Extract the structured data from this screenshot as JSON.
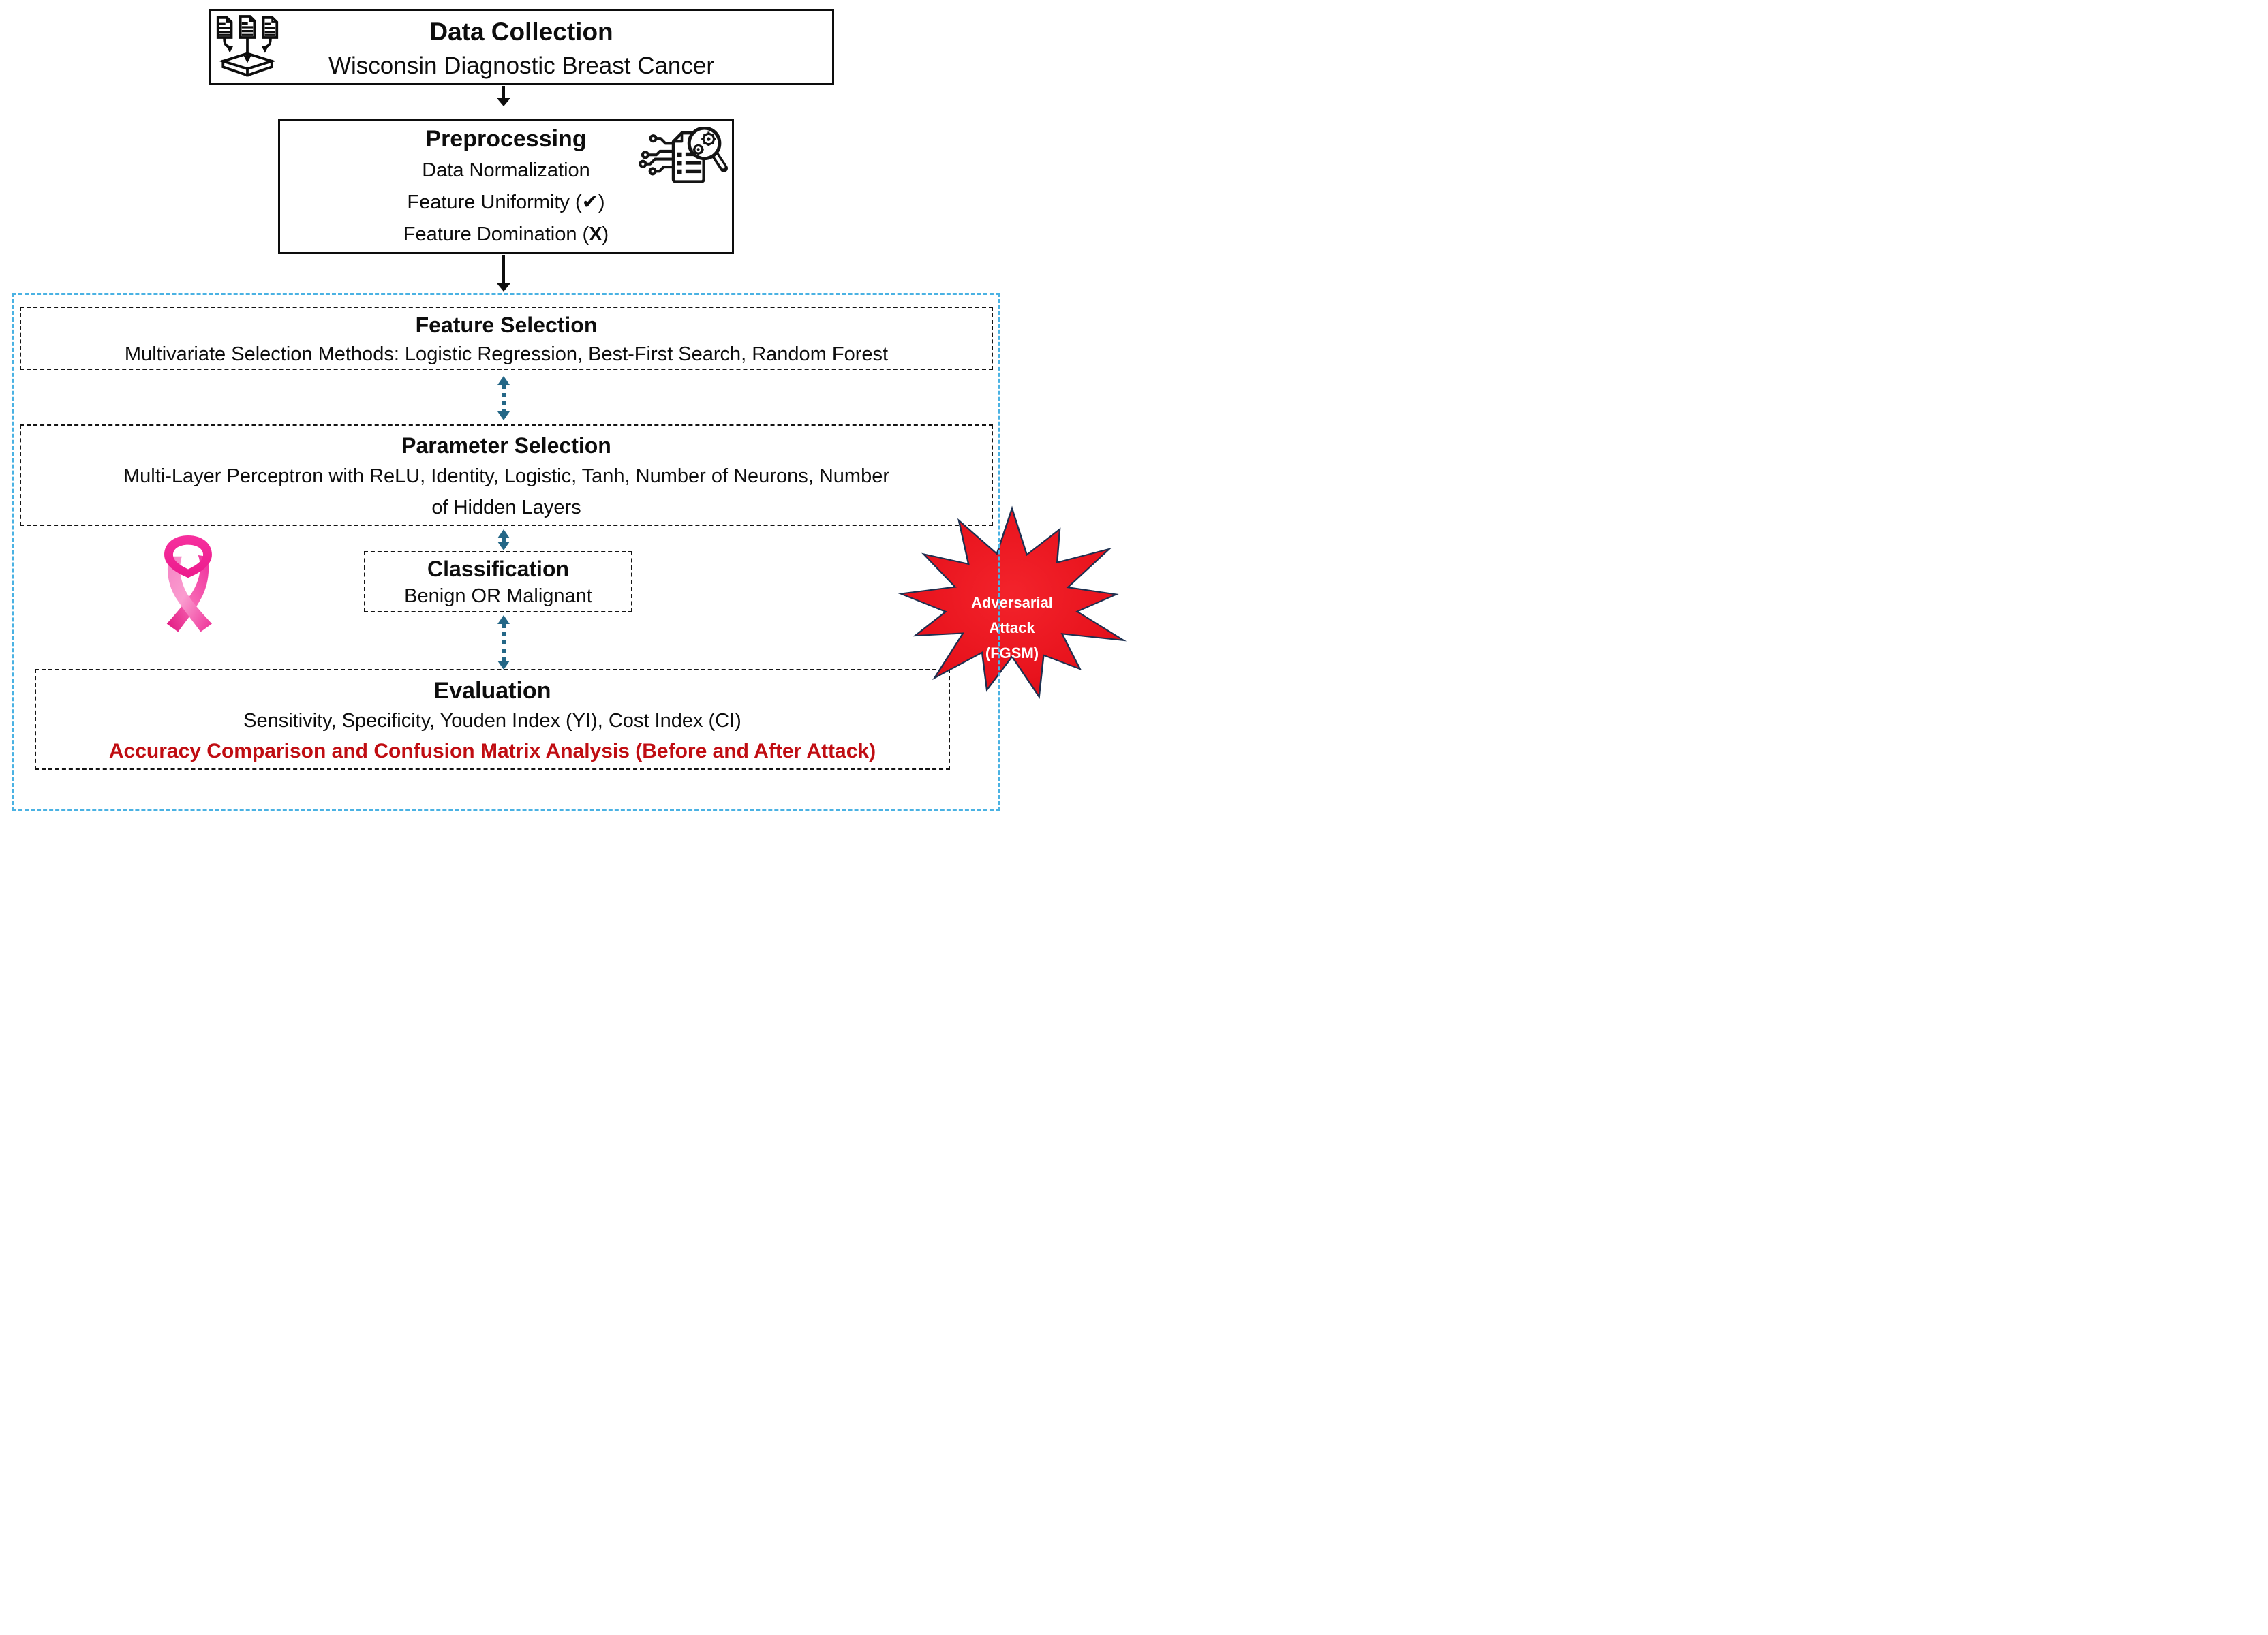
{
  "flow": {
    "data_collection": {
      "title": "Data Collection",
      "subtitle": "Wisconsin Diagnostic Breast Cancer",
      "icon": "documents-into-box-icon"
    },
    "preprocessing": {
      "title": "Preprocessing",
      "line1": "Data Normalization",
      "line2": "Feature Uniformity (✔)",
      "line3_prefix": "Feature Domination (",
      "line3_x": "X",
      "line3_suffix": ")",
      "icon": "document-analysis-icon"
    },
    "feature_selection": {
      "title": "Feature Selection",
      "body": "Multivariate Selection Methods: Logistic Regression, Best-First Search, Random Forest"
    },
    "parameter_selection": {
      "title": "Parameter Selection",
      "body_line1": "Multi-Layer Perceptron with ReLU, Identity, Logistic, Tanh, Number of Neurons, Number",
      "body_line2": "of Hidden Layers"
    },
    "classification": {
      "title": "Classification",
      "body": "Benign OR Malignant"
    },
    "evaluation": {
      "title": "Evaluation",
      "body": "Sensitivity, Specificity, Youden Index (YI), Cost Index (CI)",
      "highlight": "Accuracy Comparison and Confusion Matrix Analysis (Before and After Attack)"
    }
  },
  "adversarial_attack": {
    "line1": "Adversarial",
    "line2": "Attack",
    "line3": "(FGSM)"
  },
  "icons": {
    "pink_ribbon": "breast-cancer-awareness-ribbon",
    "data_collection": "documents-into-box-icon",
    "preprocessing": "document-analysis-magnifier-gears-icon"
  },
  "colors": {
    "scope_frame_blue": "#4ab2e3",
    "link_arrow_teal": "#246787",
    "highlight_red_text": "#c00d12",
    "attack_star_red": "#e8131d",
    "attack_star_red_dark": "#c60a13",
    "attack_star_outline": "#1d3050",
    "ribbon_pink": "#f23d9e",
    "line_black": "#0d0d0d"
  }
}
